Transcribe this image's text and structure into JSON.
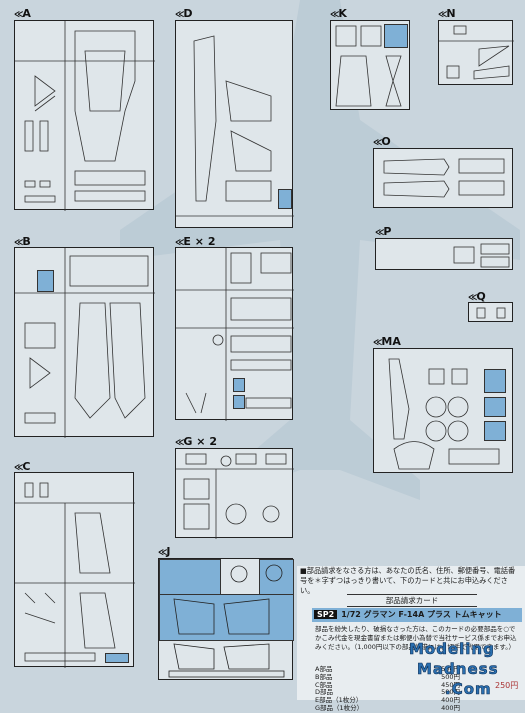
{
  "sprues": {
    "a": {
      "label": "A"
    },
    "b": {
      "label": "B"
    },
    "c": {
      "label": "C"
    },
    "d": {
      "label": "D"
    },
    "e": {
      "label": "E",
      "multiplier": "× 2"
    },
    "g": {
      "label": "G",
      "multiplier": "× 2"
    },
    "j": {
      "label": "J"
    },
    "k": {
      "label": "K"
    },
    "n": {
      "label": "N"
    },
    "o": {
      "label": "O"
    },
    "p": {
      "label": "P"
    },
    "q": {
      "label": "Q"
    },
    "ma": {
      "label": "MA"
    }
  },
  "order": {
    "notice": "■部品請求をなさる方は、あなたの氏名、住所、郵便番号、電話番号を＊字ずつはっきり書いて、下のカードと共にお申込みください。",
    "card_title": "部品請求カード",
    "code": "SP2",
    "product": "1/72 グラマン F-14A プラス トムキャット",
    "body": "部品を紛失したり、破損なさった方は、このカードの必要部品を○でかこみ代金を現金書留または郵便小為替で当社サービス係までお申込みください。（1,000円以下の部品請求には、切手で代用できます。）",
    "prices": [
      {
        "part": "A部品",
        "price": "500円"
      },
      {
        "part": "B部品",
        "price": "500円"
      },
      {
        "part": "C部品",
        "price": "450円"
      },
      {
        "part": "D部品",
        "price": "500円"
      },
      {
        "part": "E部品（1枚分）",
        "price": "400円"
      },
      {
        "part": "G部品（1枚分）",
        "price": "400円"
      }
    ]
  },
  "watermark": {
    "line1": "Modeling",
    "line2": "Madness",
    "line3": ".Com",
    "price_fragment": "250円"
  }
}
